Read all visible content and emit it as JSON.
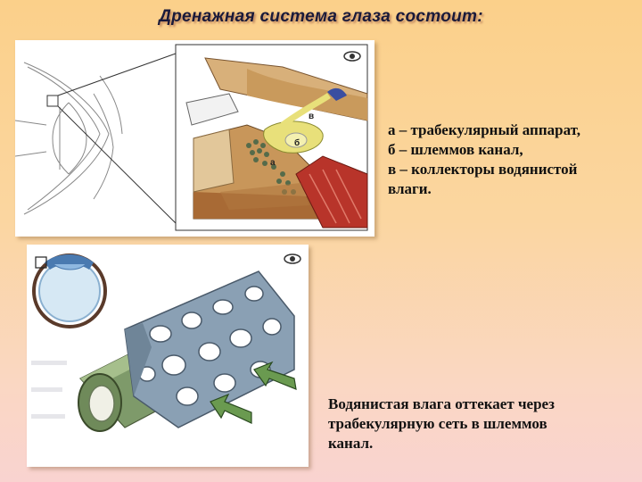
{
  "title": "Дренажная система глаза состоит:",
  "top_panel": {
    "labels": {
      "a": "а",
      "b": "б",
      "v": "в"
    }
  },
  "legend_lines": [
    "а – трабекулярный аппарат,",
    "б – шлеммов канал,",
    "в – коллекторы водянистой",
    "влаги."
  ],
  "bottom_caption_lines": [
    "Водянистая влага оттекает через",
    "трабекулярную сеть в шлеммов",
    "канал."
  ],
  "colors": {
    "background_top": "#fbd08a",
    "background_bottom": "#f9d3d0",
    "title_text": "#1a1a3a",
    "tissue_tan": "#c8965a",
    "canal_yellow": "#e8e07a",
    "muscle_red": "#b8342a",
    "mesh_blue": "#7f95a8",
    "arrow_green": "#6a9a50"
  },
  "icons": [
    "eye-icon",
    "eye-icon"
  ]
}
